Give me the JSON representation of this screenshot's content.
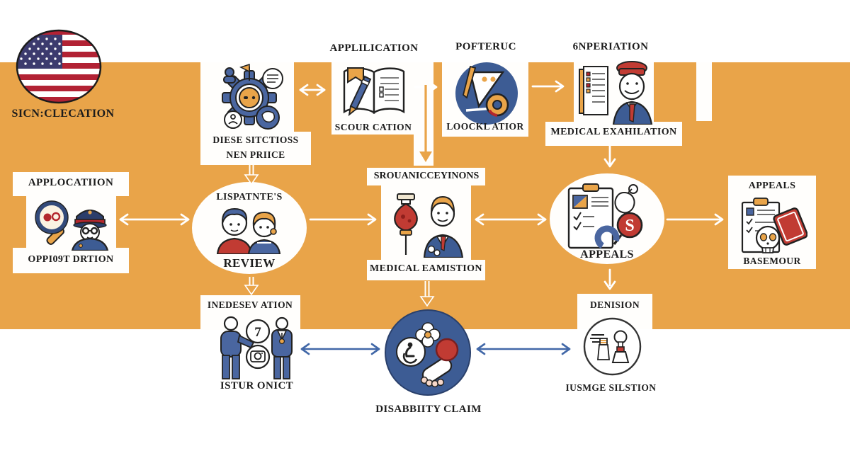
{
  "colors": {
    "band_orange": "#E9A449",
    "node_blue": "#3D5C94",
    "arrow_blue": "#4268A8",
    "arrow_white": "#FFFFFF",
    "accent_red": "#C13B33",
    "outline": "#222222"
  },
  "header": {
    "flag_label": "SICN:CLECATION"
  },
  "top_row": {
    "gear": {
      "caption_line1": "DIESE SITCTIOSS",
      "caption_line2": "NEN PRIICE"
    },
    "application": {
      "title": "APPLILICATION",
      "caption": "SCOUR CATION"
    },
    "drafting": {
      "title": "POFTERUC",
      "caption": "LOOCKL ATIOR"
    },
    "examination": {
      "title": "6NPERIATION",
      "caption": "MEDICAL EXAHILATION"
    }
  },
  "middle_row": {
    "applocation": {
      "title": "APPLOCATIION",
      "caption": "OPPI09T DRTION"
    },
    "review": {
      "title": "LISPATNTE'S",
      "caption": "REVIEW"
    },
    "medical": {
      "title": "SROUANICCEYINONS",
      "caption": "MEDICAL EAMISTION"
    },
    "appeals_circle": {
      "caption": "APPEALS",
      "magnifier_letter": "S"
    },
    "appeals_box": {
      "title": "APPEALS",
      "caption": "BASEMOUR"
    }
  },
  "bottom_row": {
    "interview": {
      "title": "INEDESEV ATION",
      "caption": "ISTUR ONICT",
      "bubble_text": "7"
    },
    "claim": {
      "caption": "DISABBIITY CLAIM"
    },
    "decision": {
      "title": "DENISION",
      "caption": "IUSMGE SILSTION"
    }
  }
}
